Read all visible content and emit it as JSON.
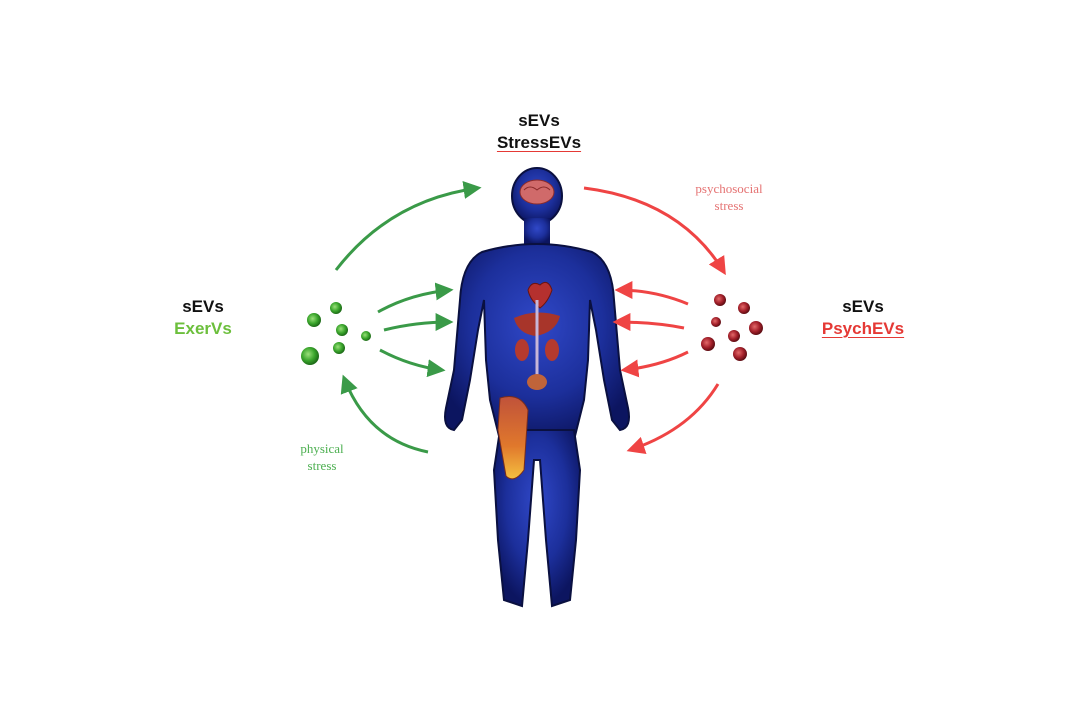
{
  "labels": {
    "center": {
      "line1": "sEVs",
      "line2": "StressEVs"
    },
    "left": {
      "line1": "sEVs",
      "line2": "ExerVs"
    },
    "right": {
      "line1": "sEVs",
      "line2": "PsychEVs"
    }
  },
  "stress": {
    "physical": {
      "line1": "physical",
      "line2": "stress"
    },
    "psychosocial": {
      "line1": "psychosocial",
      "line2": "stress"
    }
  },
  "colors": {
    "exercise_green": "#3a9a48",
    "vesicle_green": "#4fae3a",
    "psych_red": "#ef4444",
    "vesicle_red": "#b3262e",
    "body_blue": "#1c2f9b"
  },
  "icons": {
    "body": "human-body-anatomy-icon",
    "green_vesicles": "green-vesicle-cluster-icon",
    "red_vesicles": "red-vesicle-cluster-icon"
  }
}
